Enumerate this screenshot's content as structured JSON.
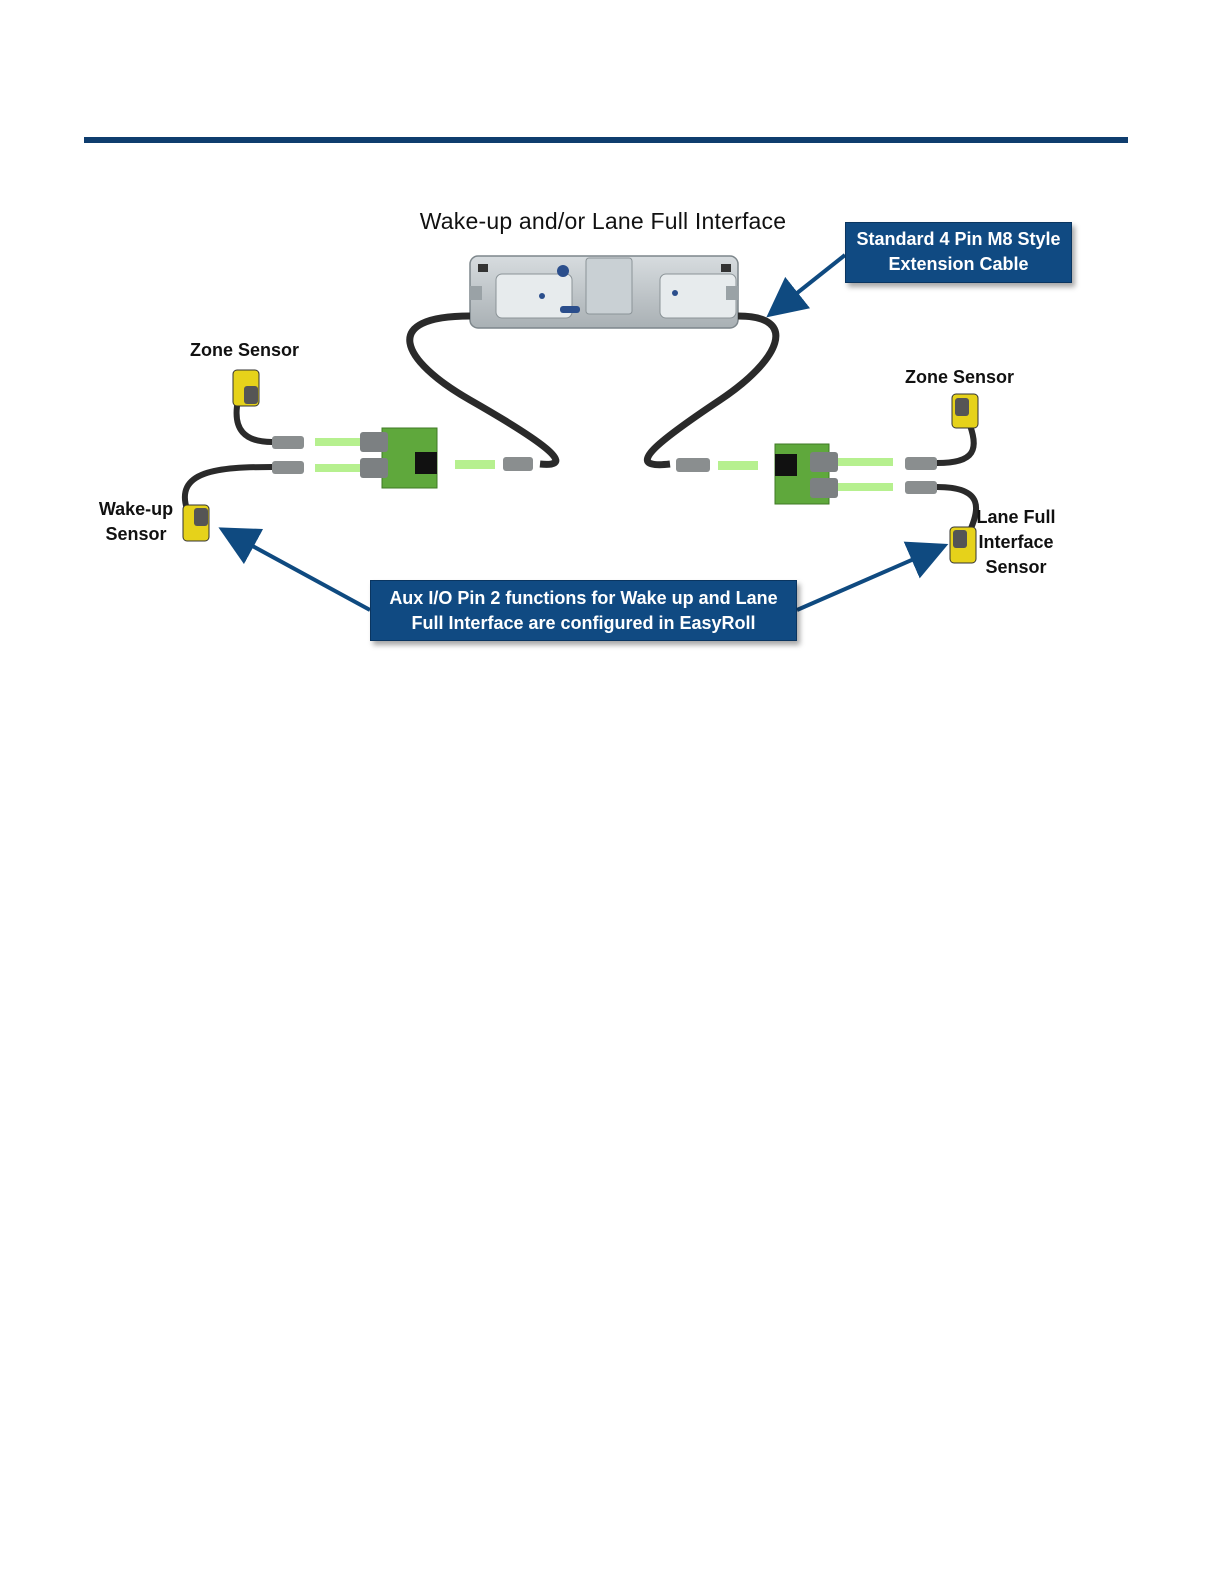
{
  "diagram": {
    "title": "Wake-up and/or Lane Full Interface",
    "callouts": {
      "extension_cable": "Standard 4 Pin M8 Style Extension Cable",
      "aux_io": "Aux I/O Pin 2 functions for Wake up and Lane Full Interface are configured in EasyRoll"
    },
    "labels": {
      "zone_sensor_left": "Zone Sensor",
      "zone_sensor_right": "Zone Sensor",
      "wake_up_sensor": "Wake-up Sensor",
      "lane_full_sensor": "Lane Full Interface Sensor"
    },
    "colors": {
      "header_rule": "#0f3d6e",
      "callout_fill": "#104a82",
      "arrow": "#0f4a80",
      "cable": "#2a2a2a",
      "connector_green": "#b6f08f",
      "sensor_yellow": "#e6d21a"
    }
  }
}
